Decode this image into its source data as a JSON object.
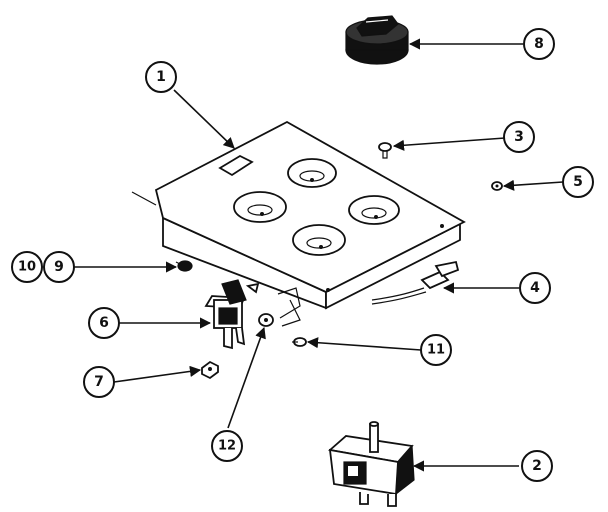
{
  "colors": {
    "ink": "#111111",
    "paper": "#ffffff"
  },
  "callouts": [
    {
      "id": "c1",
      "label": "1"
    },
    {
      "id": "c2",
      "label": "2"
    },
    {
      "id": "c3",
      "label": "3"
    },
    {
      "id": "c4",
      "label": "4"
    },
    {
      "id": "c5",
      "label": "5"
    },
    {
      "id": "c6",
      "label": "6"
    },
    {
      "id": "c7",
      "label": "7"
    },
    {
      "id": "c8",
      "label": "8"
    },
    {
      "id": "c9",
      "label": "9"
    },
    {
      "id": "c10",
      "label": "10"
    },
    {
      "id": "c11",
      "label": "11"
    },
    {
      "id": "c12",
      "label": "12"
    }
  ]
}
